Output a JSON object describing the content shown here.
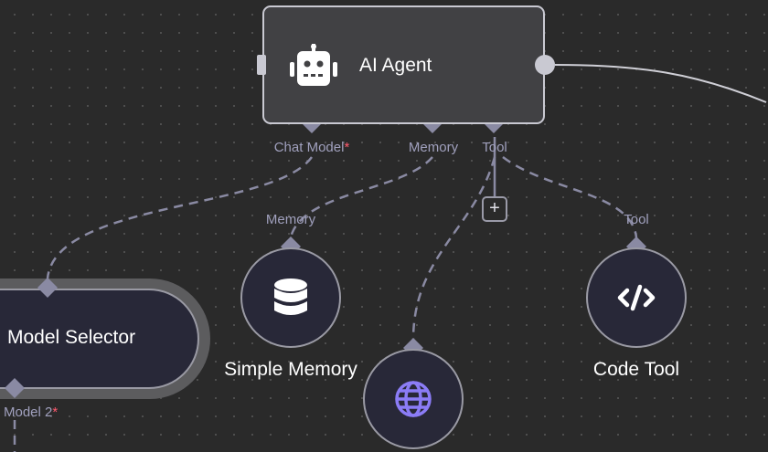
{
  "agent": {
    "title": "AI Agent",
    "icon": "robot-icon",
    "inputs": [
      {
        "label": "Chat Model",
        "required": "*"
      },
      {
        "label": "Memory"
      },
      {
        "label": "Tool"
      }
    ]
  },
  "nodes": {
    "model_selector": {
      "title": "Model Selector",
      "input_label": "Model 2",
      "required": "*"
    },
    "simple_memory": {
      "title": "Simple Memory",
      "output_label": "Memory",
      "icon": "database-icon"
    },
    "http_tool": {
      "icon": "globe-icon"
    },
    "code_tool": {
      "title": "Code Tool",
      "output_label": "Tool",
      "icon": "code-icon"
    }
  },
  "add_button": "+",
  "colors": {
    "accent": "#8b7cf6",
    "required": "#ff5a6e",
    "edge": "#8a8aa3"
  }
}
